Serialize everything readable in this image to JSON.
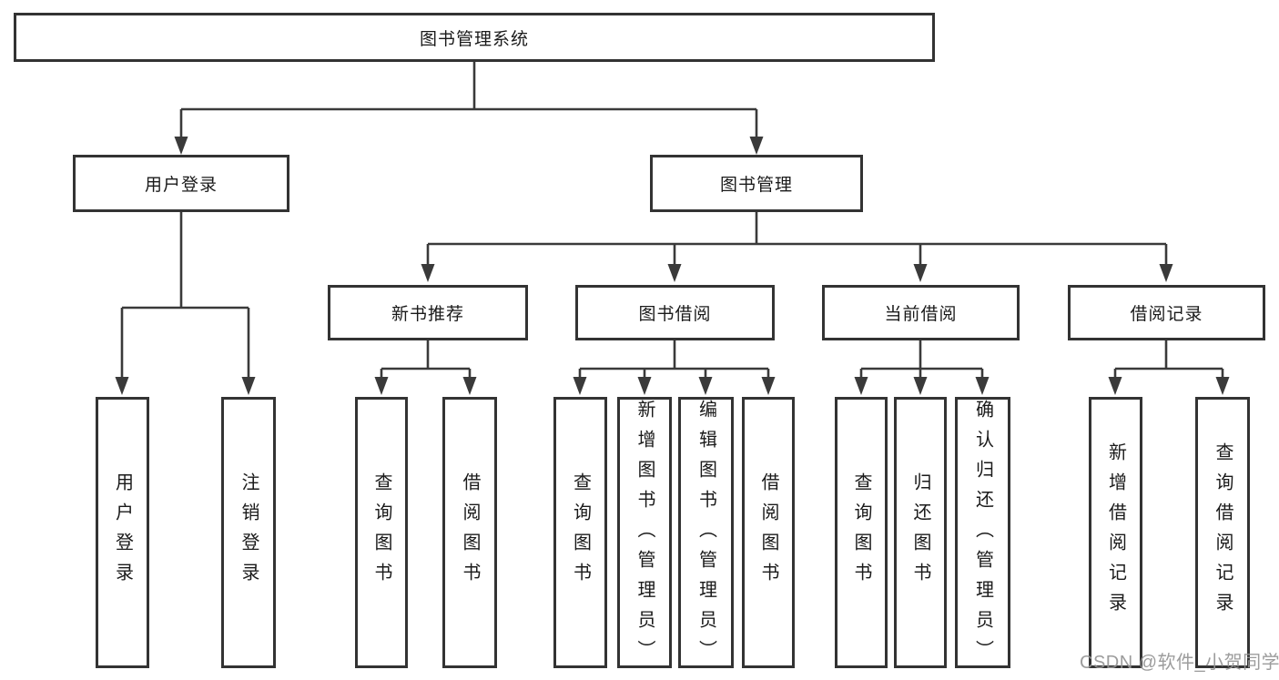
{
  "diagram": {
    "title": "图书管理系统",
    "root": {
      "label": "图书管理系统"
    },
    "level2": {
      "user_login": {
        "label": "用户登录"
      },
      "book_management": {
        "label": "图书管理"
      }
    },
    "level3": {
      "new_book_recommend": {
        "label": "新书推荐"
      },
      "book_borrowing": {
        "label": "图书借阅"
      },
      "current_borrowing": {
        "label": "当前借阅"
      },
      "borrowing_records": {
        "label": "借阅记录"
      }
    },
    "leaves": {
      "user_login": [
        "用户登录",
        "注销登录"
      ],
      "new_book_recommend": [
        "查询图书",
        "借阅图书"
      ],
      "book_borrowing": [
        "查询图书",
        "新增图书（管理员）",
        "编辑图书（管理员）",
        "借阅图书"
      ],
      "current_borrowing": [
        "查询图书",
        "归还图书",
        "确认归还（管理员）"
      ],
      "borrowing_records": [
        "新增借阅记录",
        "查询借阅记录"
      ]
    }
  },
  "watermark": "CSDN @软件_小贺同学",
  "colors": {
    "line": "#3a3a3a",
    "box_border": "#333333",
    "text": "#1a1a1a",
    "background": "#ffffff",
    "watermark": "#949494"
  }
}
